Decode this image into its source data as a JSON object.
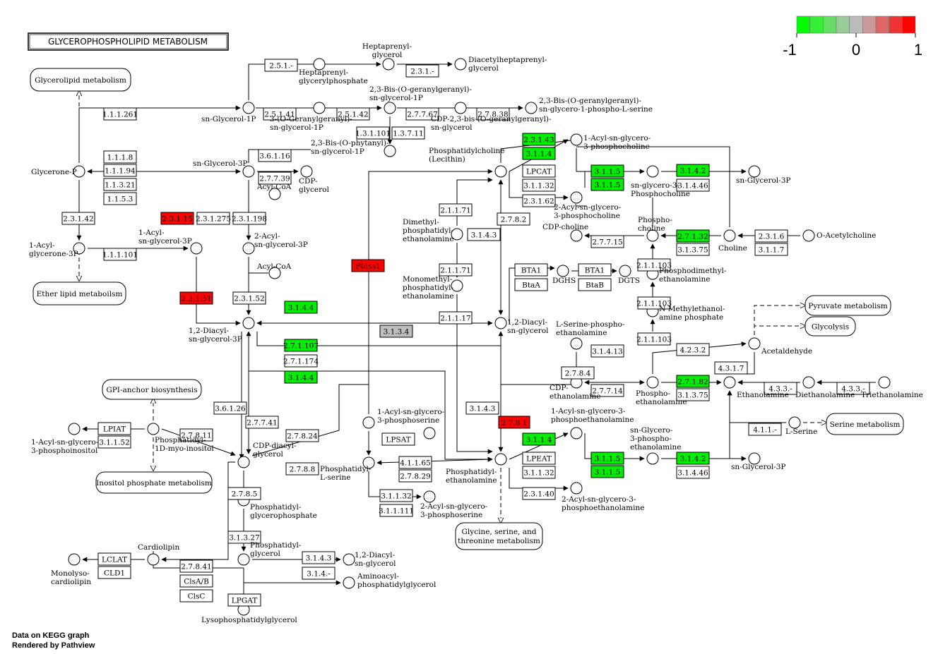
{
  "title": "GLYCEROPHOSPHOLIPID METABOLISM",
  "legend": {
    "labels": [
      "-1",
      "0",
      "1"
    ],
    "colors": [
      "#00ff00",
      "#33ee33",
      "#66dd66",
      "#99cc99",
      "#bbbbbb",
      "#cc9999",
      "#dd6666",
      "#ee3333",
      "#ff0000"
    ]
  },
  "footer": [
    "Data on KEGG graph",
    "Rendered by Pathview"
  ],
  "colors": {
    "up": "#ff0000",
    "down": "#00ee00",
    "neutral": "#bebebe",
    "none": "#ffffff"
  },
  "enzymes": [
    {
      "label": "2.5.1.-",
      "color": "none"
    },
    {
      "label": "2.3.1.-",
      "color": "none"
    },
    {
      "label": "1.1.1.261",
      "color": "none"
    },
    {
      "label": "2.5.1.41",
      "color": "none"
    },
    {
      "label": "2.5.1.42",
      "color": "none"
    },
    {
      "label": "2.7.7.67",
      "color": "none"
    },
    {
      "label": "2.7.8.38",
      "color": "none"
    },
    {
      "label": "1.3.1.101",
      "color": "none"
    },
    {
      "label": "1.3.7.11",
      "color": "none"
    },
    {
      "label": "2.3.1.43",
      "color": "down"
    },
    {
      "label": "3.1.1.4",
      "color": "down"
    },
    {
      "label": "1.1.1.8",
      "color": "none"
    },
    {
      "label": "1.1.1.94",
      "color": "none"
    },
    {
      "label": "1.1.3.21",
      "color": "none"
    },
    {
      "label": "1.1.5.3",
      "color": "none"
    },
    {
      "label": "3.6.1.16",
      "color": "none"
    },
    {
      "label": "2.7.7.39",
      "color": "none"
    },
    {
      "label": "LPCAT",
      "color": "none"
    },
    {
      "label": "3.1.1.32",
      "color": "none"
    },
    {
      "label": "2.3.1.62",
      "color": "none"
    },
    {
      "label": "3.1.1.5",
      "color": "down"
    },
    {
      "label": "3.1.1.5",
      "color": "down"
    },
    {
      "label": "3.1.4.2",
      "color": "down"
    },
    {
      "label": "3.1.4.46",
      "color": "none"
    },
    {
      "label": "2.3.1.42",
      "color": "none"
    },
    {
      "label": "2.3.1.15",
      "color": "up"
    },
    {
      "label": "2.3.1.275",
      "color": "none"
    },
    {
      "label": "2.3.1.198",
      "color": "none"
    },
    {
      "label": "2.1.1.71",
      "color": "none"
    },
    {
      "label": "2.7.8.2",
      "color": "none"
    },
    {
      "label": "3.1.4.3",
      "color": "none"
    },
    {
      "label": "2.7.1.32",
      "color": "down"
    },
    {
      "label": "3.1.3.75",
      "color": "none"
    },
    {
      "label": "2.3.1.6",
      "color": "none"
    },
    {
      "label": "3.1.1.7",
      "color": "none"
    },
    {
      "label": "2.7.7.15",
      "color": "none"
    },
    {
      "label": "1.1.1.101",
      "color": "none"
    },
    {
      "label": "Ptdss1",
      "color": "up"
    },
    {
      "label": "2.1.1.103",
      "color": "none"
    },
    {
      "label": "BTA1",
      "color": "none"
    },
    {
      "label": "BTA1",
      "color": "none"
    },
    {
      "label": "BtaA",
      "color": "none"
    },
    {
      "label": "BtaB",
      "color": "none"
    },
    {
      "label": "2.1.1.71",
      "color": "none"
    },
    {
      "label": "2.1.1.103",
      "color": "none"
    },
    {
      "label": "2.3.1.51",
      "color": "up"
    },
    {
      "label": "2.3.1.52",
      "color": "none"
    },
    {
      "label": "3.1.4.4",
      "color": "down"
    },
    {
      "label": "2.1.1.17",
      "color": "none"
    },
    {
      "label": "3.1.3.4",
      "color": "neutral"
    },
    {
      "label": "2.1.1.103",
      "color": "none"
    },
    {
      "label": "2.7.1.107",
      "color": "down"
    },
    {
      "label": "4.2.3.2",
      "color": "none"
    },
    {
      "label": "2.7.1.174",
      "color": "none"
    },
    {
      "label": "3.1.4.13",
      "color": "none"
    },
    {
      "label": "4.3.1.7",
      "color": "none"
    },
    {
      "label": "3.1.4.4",
      "color": "down"
    },
    {
      "label": "2.7.8.4",
      "color": "none"
    },
    {
      "label": "2.7.1.82",
      "color": "down"
    },
    {
      "label": "4.3.3.-",
      "color": "none"
    },
    {
      "label": "4.3.3.-",
      "color": "none"
    },
    {
      "label": "2.7.7.14",
      "color": "none"
    },
    {
      "label": "3.1.3.75",
      "color": "none"
    },
    {
      "label": "3.6.1.26",
      "color": "none"
    },
    {
      "label": "3.1.4.3",
      "color": "none"
    },
    {
      "label": "2.7.8.1",
      "color": "up"
    },
    {
      "label": "LPIAT",
      "color": "none"
    },
    {
      "label": "3.1.1.52",
      "color": "none"
    },
    {
      "label": "2.7.8.11",
      "color": "none"
    },
    {
      "label": "2.7.7.41",
      "color": "none"
    },
    {
      "label": "2.7.8.24",
      "color": "none"
    },
    {
      "label": "4.1.1.-",
      "color": "none"
    },
    {
      "label": "LPSAT",
      "color": "none"
    },
    {
      "label": "3.1.1.4",
      "color": "down"
    },
    {
      "label": "4.1.1.65",
      "color": "none"
    },
    {
      "label": "LPEAT",
      "color": "none"
    },
    {
      "label": "3.1.1.5",
      "color": "down"
    },
    {
      "label": "3.1.4.2",
      "color": "down"
    },
    {
      "label": "2.7.8.8",
      "color": "none"
    },
    {
      "label": "2.7.8.29",
      "color": "none"
    },
    {
      "label": "3.1.1.32",
      "color": "none"
    },
    {
      "label": "3.1.1.5",
      "color": "down"
    },
    {
      "label": "3.1.4.46",
      "color": "none"
    },
    {
      "label": "2.7.8.5",
      "color": "none"
    },
    {
      "label": "3.1.1.32",
      "color": "none"
    },
    {
      "label": "3.1.1.111",
      "color": "none"
    },
    {
      "label": "2.3.1.40",
      "color": "none"
    },
    {
      "label": "3.1.3.27",
      "color": "none"
    },
    {
      "label": "LCLAT",
      "color": "none"
    },
    {
      "label": "CLD1",
      "color": "none"
    },
    {
      "label": "2.7.8.41",
      "color": "none"
    },
    {
      "label": "ClsA/B",
      "color": "none"
    },
    {
      "label": "ClsC",
      "color": "none"
    },
    {
      "label": "3.1.4.3",
      "color": "none"
    },
    {
      "label": "3.1.4.-",
      "color": "none"
    },
    {
      "label": "LPGAT",
      "color": "none"
    }
  ],
  "maps": [
    "Glycerolipid metabolism",
    "Ether lipid metaboilsm",
    "GPI-anchor biosynthesis",
    "Inositol phosphate metabolism",
    "Pyruvate metabolism",
    "Glycolysis",
    "Serine metabolism",
    "Glycine, serine, and threonine metabolism"
  ],
  "compounds": [
    "Heptaprenyl-",
    "glycerol",
    "Diacetylheptaprenyl-",
    "glycerol",
    "Heptaprenyl-",
    "glycerylphosphate",
    "2,3-Bis-(O-geranylgeranyl)-",
    "sn-glycerol-1P",
    "2,3-Bis-(O-geranylgeranyl)-",
    "sn-glycero-1-phospho-L-serine",
    "sn-Glycerol-1P",
    "3-(O-Geranylgeranyl)-",
    "sn-glycerol-1P",
    "CDP-2,3-bis-(O-geranylgeranyl)-",
    "sn-glycerol",
    "2,3-Bis-(O-phytanyl)-",
    "sn-glycerol-1P",
    "Phosphatidylcholine",
    "(Lecithin)",
    "1-Acyl-sn-glycero-",
    "3-phosphocholine",
    "sn-glycero-3-",
    "Phosphocholine",
    "sn-Glycerol-3P",
    "Glycerone-P",
    "sn-Glycerol-3P",
    "CDP-",
    "glycerol",
    "Acyl-CoA",
    "2-Acyl-sn-glycero-",
    "3-phosphocholine",
    "Dimethyl-",
    "phosphatidyl-",
    "ethanolamine",
    "CDP-choline",
    "Phospho-",
    "choline",
    "Choline",
    "O-Acetylcholine",
    "1-Acyl-",
    "glycerone-3P",
    "1-Acyl-",
    "sn-glycerol-3P",
    "2-Acyl-",
    "sn-glycerol-3P",
    "Acyl-CoA",
    "Monomethyl-",
    "phosphatidyl-",
    "ethanolamine",
    "DGHS",
    "DGTS",
    "Phosphodimethyl-",
    "ethanolamine",
    "N-Methylethanol-",
    "amine phosphate",
    "1,2-Diacyl-",
    "sn-glycerol-3P",
    "1,2-Diacyl-",
    "sn-glycerol",
    "L-Serine-phospho-",
    "ethanolamine",
    "Acetaldehyde",
    "CDP-",
    "ethanolamine",
    "Phospho-",
    "ethanolamine",
    "Ethanolamine",
    "Diethanolamine",
    "Triethanolamine",
    "L-Serine",
    "1-Acyl-sn-glycero-",
    "3-phosphoserine",
    "1-Acyl-sn-glycero-3-",
    "phosphoethanolamine",
    "sn-Glycero-",
    "3-phospho-",
    "ethanolamine",
    "sn-Glycerol-3P",
    "1-Acyl-sn-glycero-",
    "3-phosphoinositol",
    "Phosphatidyl-",
    "1D-myo-inositol",
    "CDP-diacyl-",
    "glycerol",
    "Phosphatidyl-",
    "L-serine",
    "Phosphatidyl-",
    "ethanolamine",
    "2-Acyl-sn-glycero-",
    "3-phosphoserine",
    "2-Acyl-sn-glycero-3-",
    "phosphoethanolamine",
    "Phosphatidyl-",
    "glycerophosphate",
    "Cardiolipin",
    "Monolyso-",
    "cardiolipin",
    "Phosphatidyl-",
    "glycerol",
    "1,2-Diacyl-",
    "sn-glycerol",
    "Aminoacyl-",
    "phosphatidylglycerol",
    "Lysophosphatidylglycerol"
  ]
}
